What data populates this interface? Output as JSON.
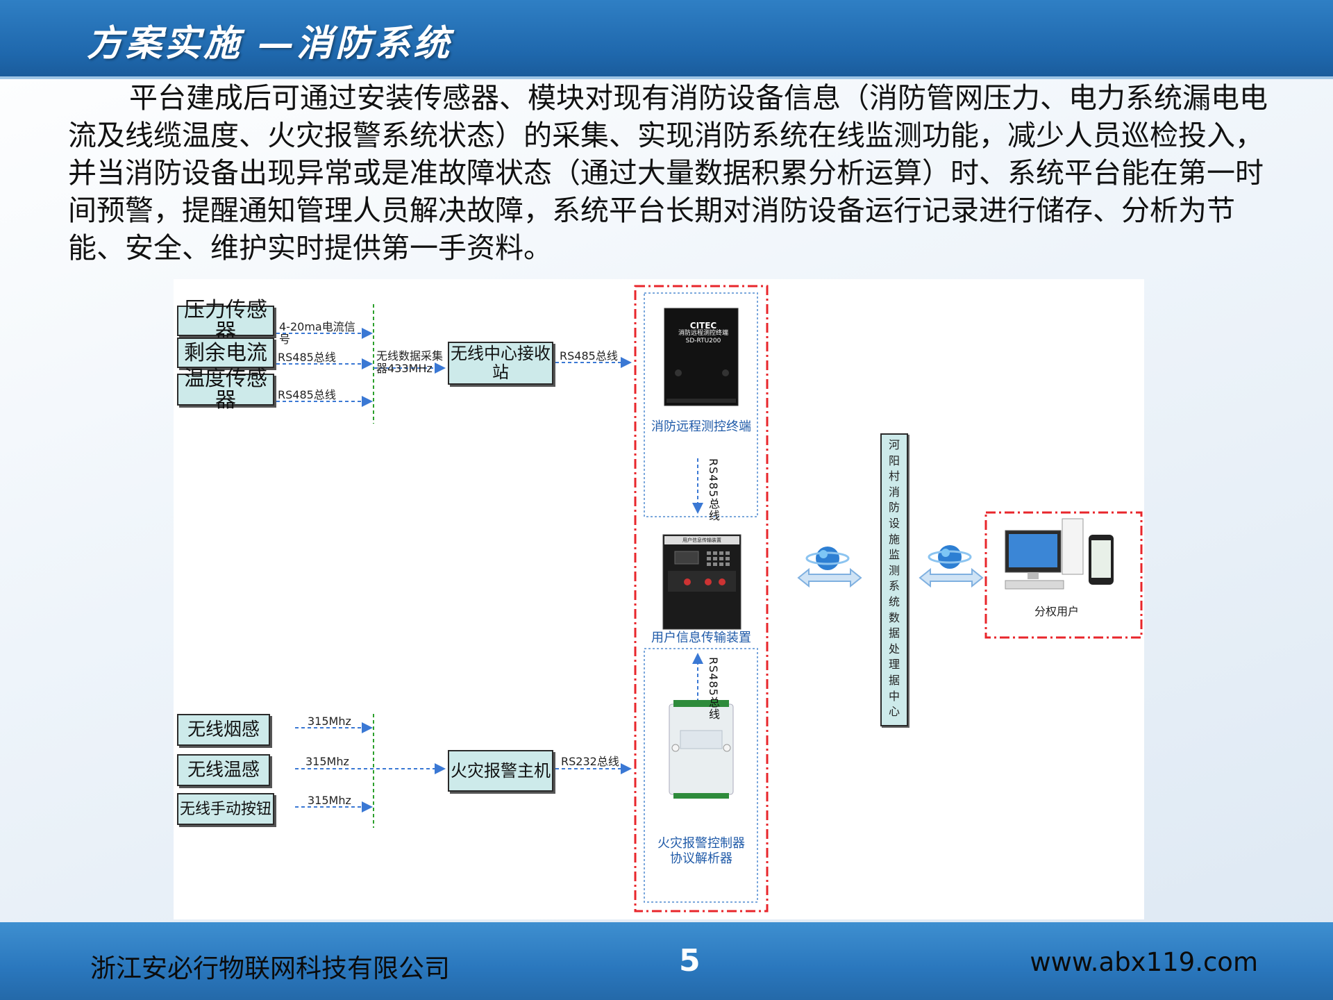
{
  "header": {
    "title": "方案实施 —消防系统"
  },
  "intro": "平台建成后可通过安装传感器、模块对现有消防设备信息（消防管网压力、电力系统漏电电流及线缆温度、火灾报警系统状态）的采集、实现消防系统在线监测功能，减少人员巡检投入，并当消防设备出现异常或是准故障状态（通过大量数据积累分析运算）时、系统平台能在第一时间预警，提醒通知管理人员解决故障，系统平台长期对消防设备运行记录进行储存、分析为节能、安全、维护实时提供第一手资料。",
  "diagram": {
    "sensors": [
      "压力传感器",
      "剩余电流",
      "温度传感器"
    ],
    "sensor_links": [
      "4-20ma电流信号",
      "RS485总线",
      "RS485总线"
    ],
    "collector": "无线数据采集器433MHz",
    "receiver": "无线中心接收站",
    "receiver_link": "RS485总线",
    "device_top": {
      "brand": "CITEC",
      "panel_text": "消防远程测控终端",
      "model": "SD-RTU200",
      "caption": "消防远程测控终端"
    },
    "device_top_link": "RS485总线",
    "device_mid": {
      "panel_text": "用户信息传输装置",
      "caption": "用户信息传输装置"
    },
    "device_bottom_link": "RS485总线",
    "device_bottom": {
      "caption": "火灾报警控制器协议解析器"
    },
    "wireless": [
      "无线烟感",
      "无线温感",
      "无线手动按钮"
    ],
    "wireless_link": "315Mhz",
    "fire_host": "火灾报警主机",
    "fire_host_link": "RS232总线",
    "center": "河阳村消防设施监测系统数据处理据中心",
    "users": "分权用户"
  },
  "footer": {
    "company": "浙江安必行物联网科技有限公司",
    "page": "5",
    "url": "www.abx119.com"
  },
  "colors": {
    "header": "#2f7fc4",
    "footer": "#2a77bd",
    "box_fill": "#cdeaea",
    "dash_red": "#e8262b",
    "dash_blue": "#3a78d4",
    "dash_green": "#2ca02c"
  }
}
